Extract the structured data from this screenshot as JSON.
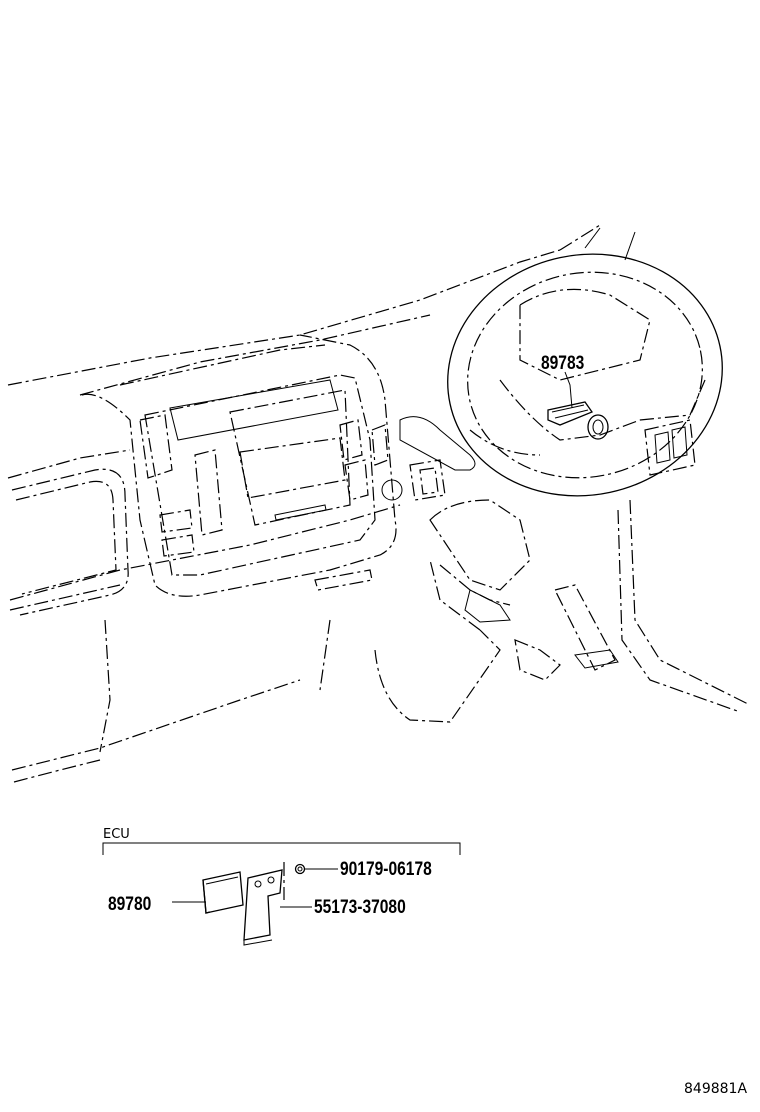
{
  "diagram": {
    "parts": {
      "immobiliser_amplifier": "89783",
      "ecu_assembly": "89780",
      "bolt": "90179-06178",
      "bracket": "55173-37080"
    },
    "ecu_group_label": "ECU",
    "figure_ref": "849881A"
  }
}
